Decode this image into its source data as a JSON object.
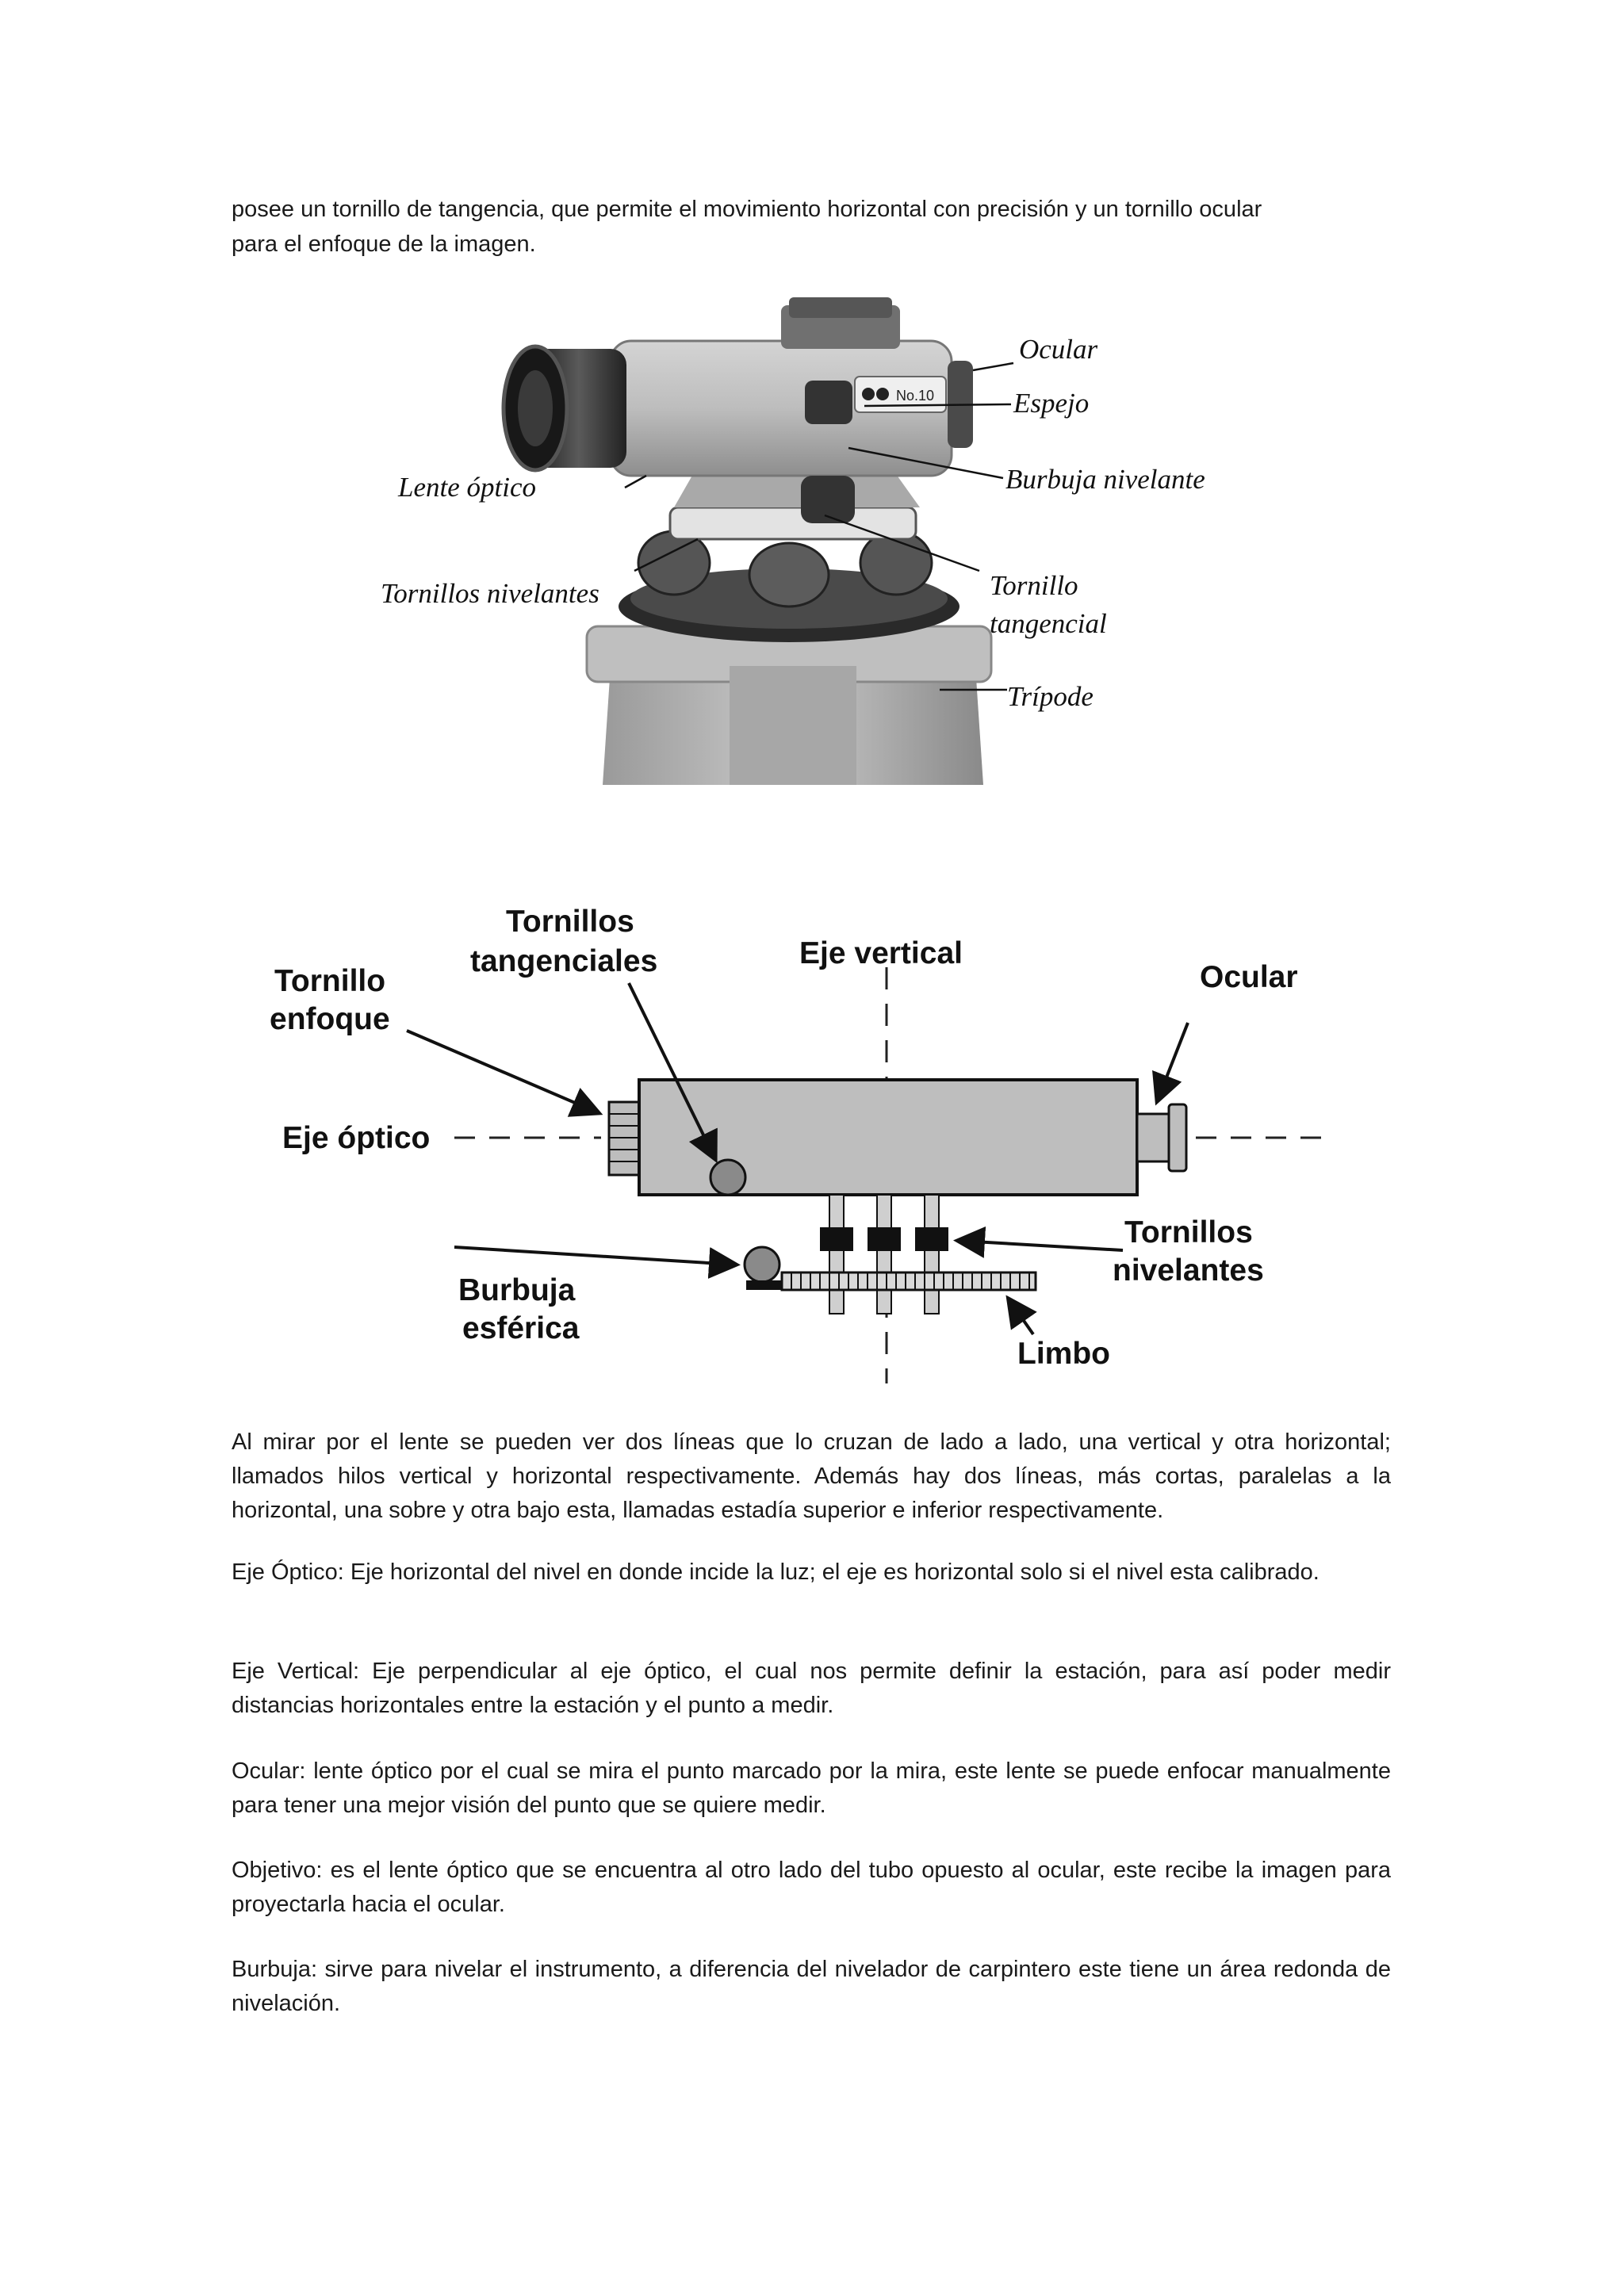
{
  "intro": {
    "line1": "posee un tornillo de tangencia, que permite el movimiento horizontal con precisión y un tornillo ocular",
    "line2": "para el enfoque de la imagen."
  },
  "photo_figure": {
    "labels": {
      "ocular": "Ocular",
      "espejo": "Espejo",
      "burbuja": "Burbuja nivelante",
      "lente": "Lente óptico",
      "tornillos_niv": "Tornillos nivelantes",
      "tornillo_tan_1": "Tornillo",
      "tornillo_tan_2": "tangencial",
      "tripode": "Trípode"
    },
    "plate_text": "No.10"
  },
  "diagram_figure": {
    "labels": {
      "tornillos_tang_1": "Tornillos",
      "tornillos_tang_2": "tangenciales",
      "eje_vertical": "Eje vertical",
      "tornillo_enf_1": "Tornillo",
      "tornillo_enf_2": "enfoque",
      "ocular": "Ocular",
      "eje_optico": "Eje óptico",
      "tornillos_niv_1": "Tornillos",
      "tornillos_niv_2": "nivelantes",
      "burbuja_1": "Burbuja",
      "burbuja_2": "esférica",
      "limbo": "Limbo"
    }
  },
  "paragraphs": [
    "Al mirar por el lente se pueden ver dos líneas que lo cruzan de lado a lado, una vertical y otra horizontal; llamados hilos vertical y horizontal respectivamente. Además hay dos líneas, más cortas, paralelas a la horizontal, una sobre y otra bajo esta, llamadas estadía superior e inferior respectivamente.",
    "Eje Óptico: Eje horizontal del nivel en donde incide la luz; el eje es horizontal solo si el nivel esta calibrado.",
    "Eje Vertical: Eje perpendicular al eje óptico, el cual nos permite definir la estación, para así poder medir distancias horizontales entre la estación y el punto a medir.",
    "Ocular: lente óptico por el cual se mira el punto marcado por la mira, este lente se puede enfocar manualmente para tener una mejor visión del punto que se quiere medir.",
    "Objetivo: es el lente óptico que se encuentra al otro lado del tubo opuesto al ocular, este recibe la imagen para proyectarla hacia el ocular.",
    "Burbuja: sirve para nivelar el instrumento, a diferencia del nivelador de carpintero este tiene un área redonda de nivelación."
  ]
}
